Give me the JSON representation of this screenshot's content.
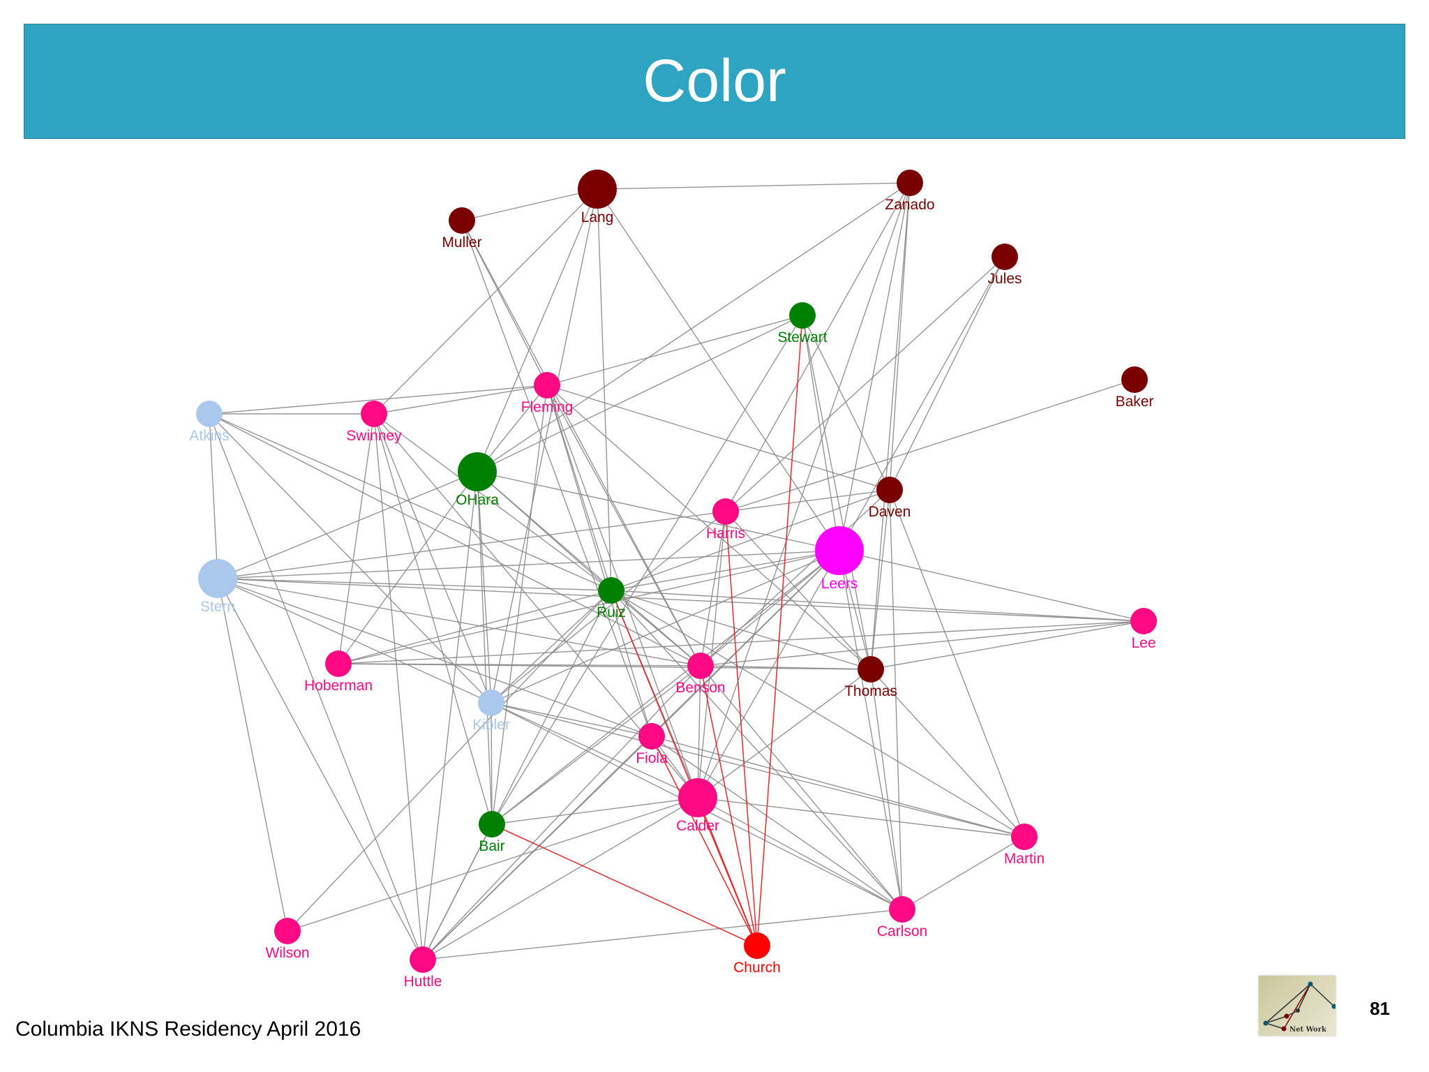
{
  "slide": {
    "title": "Color",
    "footer": "Columbia IKNS Residency April 2016",
    "page_number": "81",
    "logo_text": "Net Work"
  },
  "colors": {
    "title_bar": "#2ea3c2",
    "edge": "#8a8a8a",
    "highlight_edge": "#e02020",
    "maroon": "#7a0000",
    "green": "#008000",
    "light_blue": "#a9c8ec",
    "pink": "#ff0a84",
    "magenta": "#ff00ff",
    "red": "#ff0000"
  },
  "network": {
    "nodes": [
      {
        "id": "Lang",
        "group": "maroon",
        "weight": 3
      },
      {
        "id": "Zanado",
        "group": "maroon",
        "weight": 2
      },
      {
        "id": "Muller",
        "group": "maroon",
        "weight": 2
      },
      {
        "id": "Jules",
        "group": "maroon",
        "weight": 2
      },
      {
        "id": "Stewart",
        "group": "green",
        "weight": 2
      },
      {
        "id": "Baker",
        "group": "maroon",
        "weight": 2
      },
      {
        "id": "Fleming",
        "group": "pink",
        "weight": 2
      },
      {
        "id": "Atkins",
        "group": "light_blue",
        "weight": 2
      },
      {
        "id": "Swinney",
        "group": "pink",
        "weight": 2
      },
      {
        "id": "OHara",
        "group": "green",
        "weight": 3
      },
      {
        "id": "Daven",
        "group": "maroon",
        "weight": 2
      },
      {
        "id": "Harris",
        "group": "pink",
        "weight": 2
      },
      {
        "id": "Leers",
        "group": "magenta",
        "weight": 4
      },
      {
        "id": "Stern",
        "group": "light_blue",
        "weight": 3
      },
      {
        "id": "Ruiz",
        "group": "green",
        "weight": 2
      },
      {
        "id": "Lee",
        "group": "pink",
        "weight": 2
      },
      {
        "id": "Hoberman",
        "group": "pink",
        "weight": 2
      },
      {
        "id": "Benson",
        "group": "pink",
        "weight": 2
      },
      {
        "id": "Thomas",
        "group": "maroon",
        "weight": 2
      },
      {
        "id": "Kibler",
        "group": "light_blue",
        "weight": 2
      },
      {
        "id": "Fiola",
        "group": "pink",
        "weight": 2
      },
      {
        "id": "Calder",
        "group": "pink",
        "weight": 3
      },
      {
        "id": "Bair",
        "group": "green",
        "weight": 2
      },
      {
        "id": "Martin",
        "group": "pink",
        "weight": 2
      },
      {
        "id": "Carlson",
        "group": "pink",
        "weight": 2
      },
      {
        "id": "Wilson",
        "group": "pink",
        "weight": 2
      },
      {
        "id": "Huttle",
        "group": "pink",
        "weight": 2
      },
      {
        "id": "Church",
        "group": "red",
        "weight": 2
      }
    ],
    "edges": [
      [
        "Muller",
        "Lang"
      ],
      [
        "Lang",
        "Zanado"
      ],
      [
        "Lang",
        "Swinney"
      ],
      [
        "Lang",
        "OHara"
      ],
      [
        "Lang",
        "Ruiz"
      ],
      [
        "Lang",
        "Leers"
      ],
      [
        "Lang",
        "Kibler"
      ],
      [
        "Muller",
        "Fleming"
      ],
      [
        "Muller",
        "Benson"
      ],
      [
        "Muller",
        "Fiola"
      ],
      [
        "Zanado",
        "Leers"
      ],
      [
        "Zanado",
        "Daven"
      ],
      [
        "Zanado",
        "Thomas"
      ],
      [
        "Zanado",
        "Calder"
      ],
      [
        "Zanado",
        "OHara"
      ],
      [
        "Zanado",
        "Harris"
      ],
      [
        "Jules",
        "Daven"
      ],
      [
        "Jules",
        "Harris"
      ],
      [
        "Jules",
        "Leers"
      ],
      [
        "Stewart",
        "OHara"
      ],
      [
        "Stewart",
        "Fleming"
      ],
      [
        "Stewart",
        "Daven"
      ],
      [
        "Stewart",
        "Leers"
      ],
      [
        "Stewart",
        "Thomas"
      ],
      [
        "Stewart",
        "Bair"
      ],
      [
        "Baker",
        "Harris"
      ],
      [
        "Atkins",
        "Swinney"
      ],
      [
        "Atkins",
        "Fleming"
      ],
      [
        "Atkins",
        "Stern"
      ],
      [
        "Atkins",
        "Ruiz"
      ],
      [
        "Atkins",
        "Benson"
      ],
      [
        "Atkins",
        "Kibler"
      ],
      [
        "Atkins",
        "Huttle"
      ],
      [
        "Swinney",
        "Fleming"
      ],
      [
        "Swinney",
        "Ruiz"
      ],
      [
        "Swinney",
        "Hoberman"
      ],
      [
        "Swinney",
        "Kibler"
      ],
      [
        "Swinney",
        "Bair"
      ],
      [
        "Swinney",
        "Calder"
      ],
      [
        "Swinney",
        "Huttle"
      ],
      [
        "Fleming",
        "OHara"
      ],
      [
        "Fleming",
        "Ruiz"
      ],
      [
        "Fleming",
        "Fiola"
      ],
      [
        "Fleming",
        "Daven"
      ],
      [
        "Fleming",
        "Calder"
      ],
      [
        "Fleming",
        "Thomas"
      ],
      [
        "Fleming",
        "Bair"
      ],
      [
        "Fleming",
        "Benson"
      ],
      [
        "OHara",
        "Ruiz"
      ],
      [
        "OHara",
        "Leers"
      ],
      [
        "OHara",
        "Kibler"
      ],
      [
        "OHara",
        "Bair"
      ],
      [
        "OHara",
        "Stern"
      ],
      [
        "OHara",
        "Hoberman"
      ],
      [
        "OHara",
        "Benson"
      ],
      [
        "OHara",
        "Huttle"
      ],
      [
        "Daven",
        "Ruiz"
      ],
      [
        "Daven",
        "Thomas"
      ],
      [
        "Daven",
        "Carlson"
      ],
      [
        "Daven",
        "Martin"
      ],
      [
        "Daven",
        "Harris"
      ],
      [
        "Daven",
        "Benson"
      ],
      [
        "Harris",
        "Stern"
      ],
      [
        "Harris",
        "Kibler"
      ],
      [
        "Harris",
        "Calder"
      ],
      [
        "Harris",
        "Thomas"
      ],
      [
        "Harris",
        "Benson"
      ],
      [
        "Leers",
        "Stern"
      ],
      [
        "Leers",
        "Ruiz"
      ],
      [
        "Leers",
        "Lee"
      ],
      [
        "Leers",
        "Hoberman"
      ],
      [
        "Leers",
        "Benson"
      ],
      [
        "Leers",
        "Thomas"
      ],
      [
        "Leers",
        "Kibler"
      ],
      [
        "Leers",
        "Fiola"
      ],
      [
        "Leers",
        "Bair"
      ],
      [
        "Leers",
        "Calder"
      ],
      [
        "Leers",
        "Carlson"
      ],
      [
        "Leers",
        "Huttle"
      ],
      [
        "Stern",
        "Ruiz"
      ],
      [
        "Stern",
        "Lee"
      ],
      [
        "Stern",
        "Kibler"
      ],
      [
        "Stern",
        "Benson"
      ],
      [
        "Stern",
        "Fiola"
      ],
      [
        "Stern",
        "Huttle"
      ],
      [
        "Ruiz",
        "Benson"
      ],
      [
        "Ruiz",
        "Thomas"
      ],
      [
        "Ruiz",
        "Kibler"
      ],
      [
        "Ruiz",
        "Calder"
      ],
      [
        "Ruiz",
        "Carlson"
      ],
      [
        "Ruiz",
        "Martin"
      ],
      [
        "Ruiz",
        "Hoberman"
      ],
      [
        "Ruiz",
        "Wilson"
      ],
      [
        "Ruiz",
        "Lee"
      ],
      [
        "Ruiz",
        "Huttle"
      ],
      [
        "Lee",
        "Hoberman"
      ],
      [
        "Lee",
        "Thomas"
      ],
      [
        "Lee",
        "Benson"
      ],
      [
        "Hoberman",
        "Benson"
      ],
      [
        "Hoberman",
        "Thomas"
      ],
      [
        "Benson",
        "Thomas"
      ],
      [
        "Benson",
        "Calder"
      ],
      [
        "Benson",
        "Bair"
      ],
      [
        "Benson",
        "Carlson"
      ],
      [
        "Benson",
        "Huttle"
      ],
      [
        "Thomas",
        "Carlson"
      ],
      [
        "Thomas",
        "Calder"
      ],
      [
        "Thomas",
        "Martin"
      ],
      [
        "Kibler",
        "Bair"
      ],
      [
        "Kibler",
        "Fiola"
      ],
      [
        "Kibler",
        "Calder"
      ],
      [
        "Kibler",
        "Martin"
      ],
      [
        "Kibler",
        "Carlson"
      ],
      [
        "Fiola",
        "Calder"
      ],
      [
        "Fiola",
        "Martin"
      ],
      [
        "Fiola",
        "Carlson"
      ],
      [
        "Fiola",
        "Huttle"
      ],
      [
        "Calder",
        "Martin"
      ],
      [
        "Calder",
        "Carlson"
      ],
      [
        "Calder",
        "Bair"
      ],
      [
        "Carlson",
        "Martin"
      ],
      [
        "Carlson",
        "Huttle"
      ],
      [
        "Wilson",
        "Stern"
      ],
      [
        "Wilson",
        "Calder"
      ],
      [
        "Huttle",
        "Bair"
      ],
      [
        "Huttle",
        "Calder"
      ]
    ],
    "highlight_edges": [
      [
        "Church",
        "Ruiz"
      ],
      [
        "Church",
        "Stewart"
      ],
      [
        "Church",
        "Harris"
      ],
      [
        "Church",
        "Benson"
      ],
      [
        "Church",
        "Fiola"
      ],
      [
        "Church",
        "Calder"
      ],
      [
        "Church",
        "Bair"
      ]
    ]
  }
}
